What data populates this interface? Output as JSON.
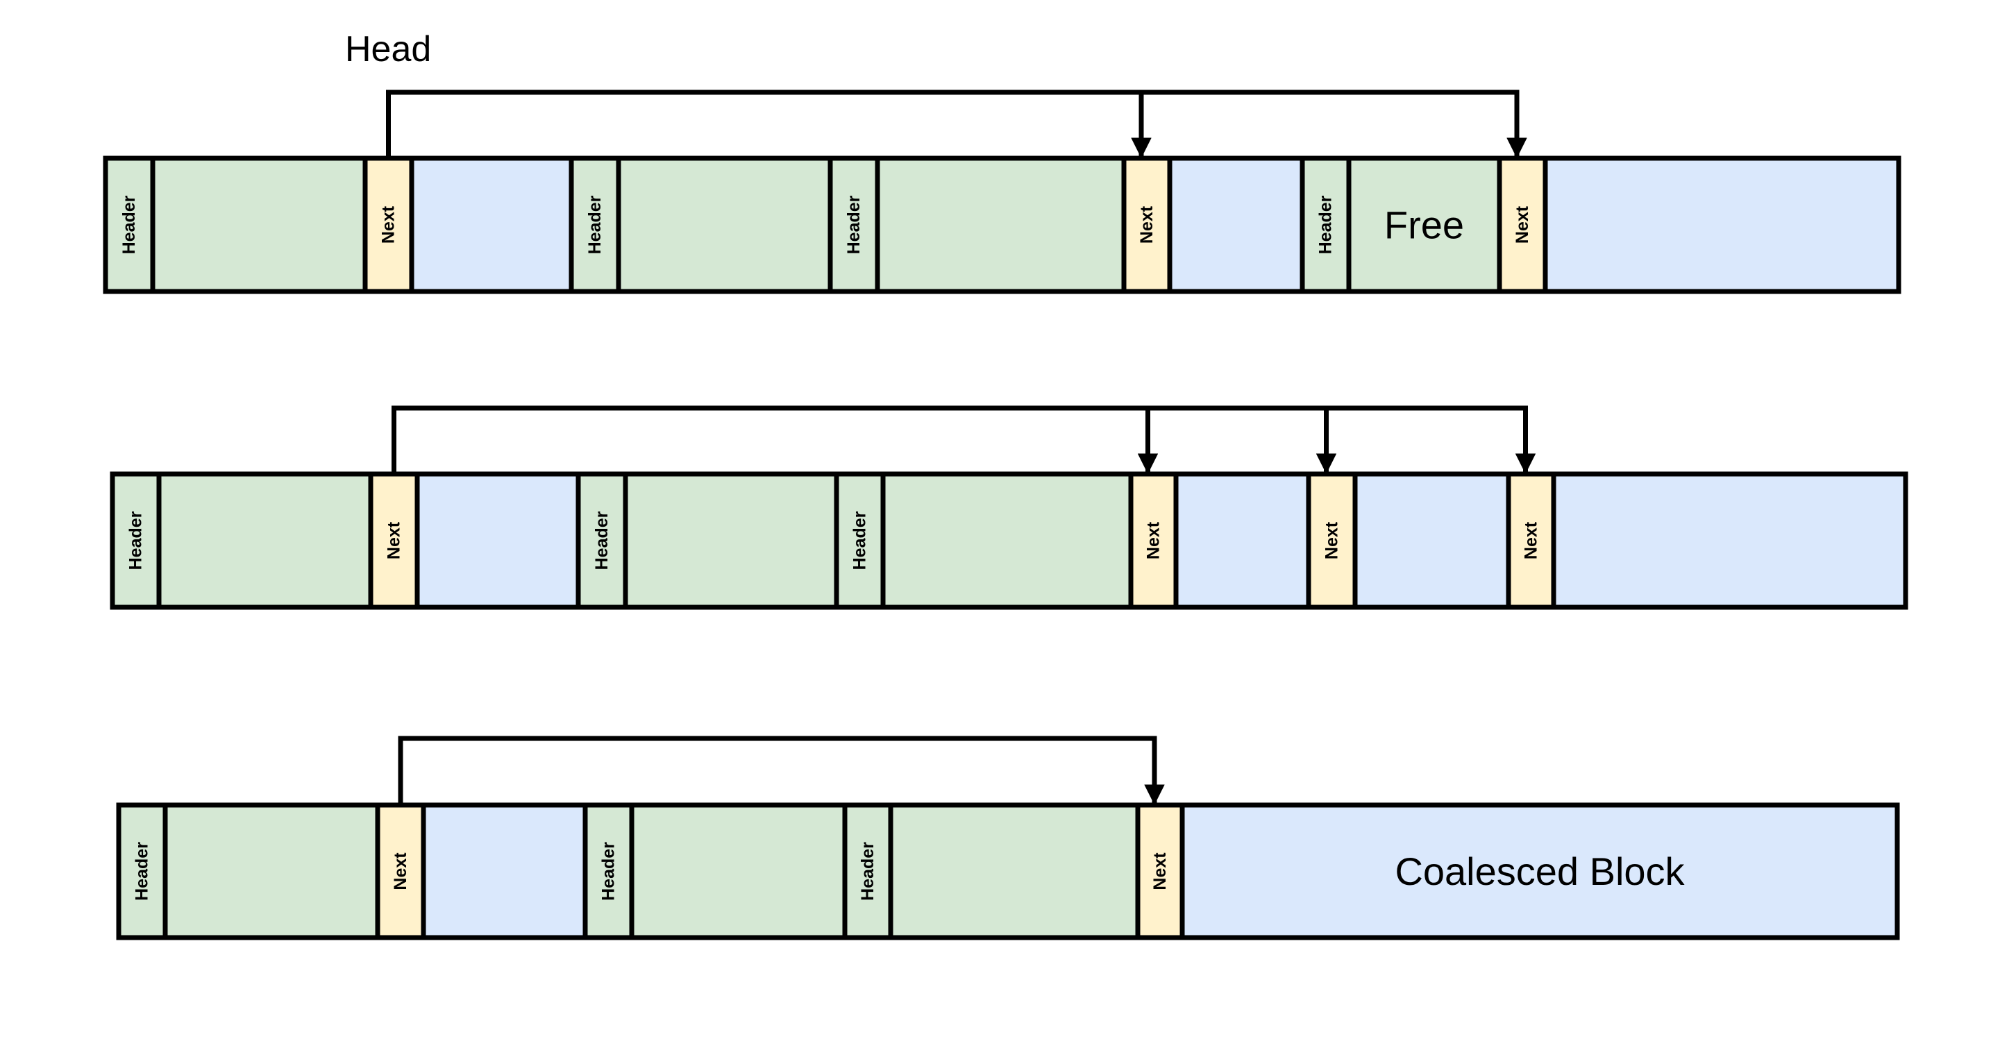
{
  "colors": {
    "header": "#d5e8d4",
    "allocated": "#d5e8d4",
    "next": "#fff2cc",
    "free": "#dae8fc",
    "stroke": "#000000"
  },
  "head_label": "Head",
  "rows": [
    {
      "segments": [
        {
          "kind": "header",
          "label": "Header"
        },
        {
          "kind": "allocated",
          "label": ""
        },
        {
          "kind": "next",
          "label": "Next"
        },
        {
          "kind": "free",
          "label": ""
        },
        {
          "kind": "header",
          "label": "Header"
        },
        {
          "kind": "allocated",
          "label": ""
        },
        {
          "kind": "header",
          "label": "Header"
        },
        {
          "kind": "allocated",
          "label": ""
        },
        {
          "kind": "next",
          "label": "Next"
        },
        {
          "kind": "free",
          "label": ""
        },
        {
          "kind": "header",
          "label": "Header"
        },
        {
          "kind": "allocated",
          "label": "Free"
        },
        {
          "kind": "next",
          "label": "Next"
        },
        {
          "kind": "free",
          "label": ""
        }
      ],
      "links": [
        [
          2,
          8
        ],
        [
          8,
          12
        ]
      ]
    },
    {
      "segments": [
        {
          "kind": "header",
          "label": "Header"
        },
        {
          "kind": "allocated",
          "label": ""
        },
        {
          "kind": "next",
          "label": "Next"
        },
        {
          "kind": "free",
          "label": ""
        },
        {
          "kind": "header",
          "label": "Header"
        },
        {
          "kind": "allocated",
          "label": ""
        },
        {
          "kind": "header",
          "label": "Header"
        },
        {
          "kind": "allocated",
          "label": ""
        },
        {
          "kind": "next",
          "label": "Next"
        },
        {
          "kind": "free",
          "label": ""
        },
        {
          "kind": "next",
          "label": "Next"
        },
        {
          "kind": "free",
          "label": ""
        },
        {
          "kind": "next",
          "label": "Next"
        },
        {
          "kind": "free",
          "label": ""
        }
      ],
      "links": [
        [
          2,
          8
        ],
        [
          8,
          10
        ],
        [
          10,
          12
        ]
      ]
    },
    {
      "segments": [
        {
          "kind": "header",
          "label": "Header"
        },
        {
          "kind": "allocated",
          "label": ""
        },
        {
          "kind": "next",
          "label": "Next"
        },
        {
          "kind": "free",
          "label": ""
        },
        {
          "kind": "header",
          "label": "Header"
        },
        {
          "kind": "allocated",
          "label": ""
        },
        {
          "kind": "header",
          "label": "Header"
        },
        {
          "kind": "allocated",
          "label": ""
        },
        {
          "kind": "next",
          "label": "Next"
        },
        {
          "kind": "free",
          "label": "Coalesced Block"
        }
      ],
      "links": [
        [
          2,
          8
        ]
      ]
    }
  ]
}
